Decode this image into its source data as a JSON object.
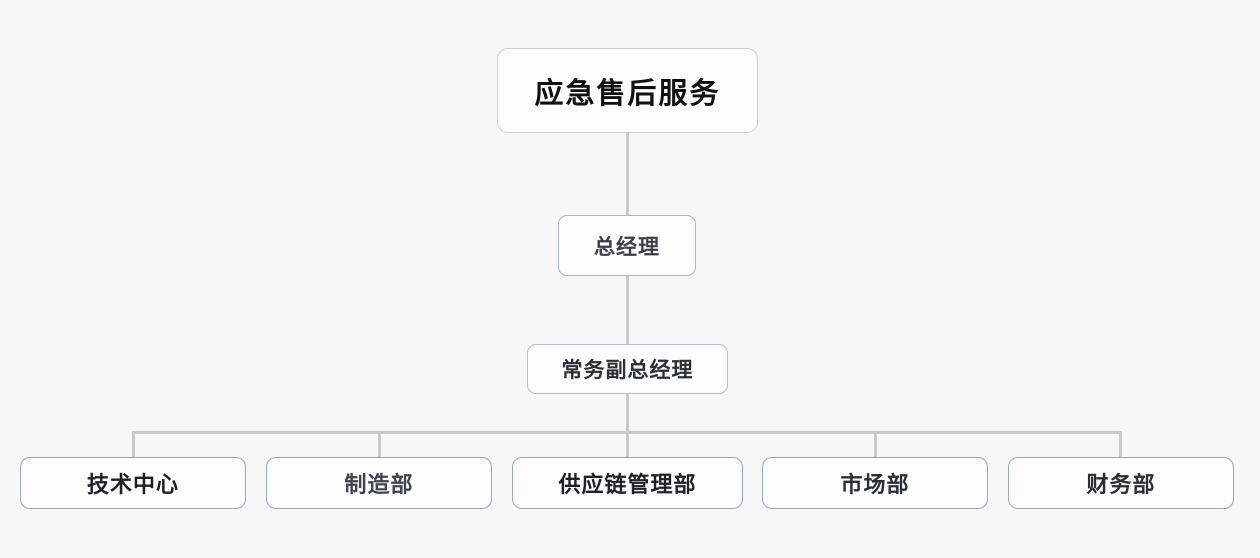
{
  "chart": {
    "type": "org-chart",
    "title": "应急售后服务",
    "background_color": "#f7f7f8",
    "node_fill_color": "#fcfcfd",
    "node_border_color": "#9aa5be",
    "connector_color": "#c9c9cc",
    "levels": [
      {
        "level": 1,
        "nodes": [
          {
            "id": "root",
            "label": "应急售后服务"
          }
        ]
      },
      {
        "level": 2,
        "nodes": [
          {
            "id": "gm",
            "label": "总经理"
          }
        ]
      },
      {
        "level": 3,
        "nodes": [
          {
            "id": "dgm",
            "label": "常务副总经理"
          }
        ]
      },
      {
        "level": 4,
        "nodes": [
          {
            "id": "dept-tech",
            "label": "技术中心"
          },
          {
            "id": "dept-mfg",
            "label": "制造部"
          },
          {
            "id": "dept-supply",
            "label": "供应链管理部"
          },
          {
            "id": "dept-market",
            "label": "市场部"
          },
          {
            "id": "dept-fin",
            "label": "财务部"
          }
        ]
      }
    ],
    "edges": [
      {
        "from": "root",
        "to": "gm"
      },
      {
        "from": "gm",
        "to": "dgm"
      },
      {
        "from": "dgm",
        "to": "dept-tech"
      },
      {
        "from": "dgm",
        "to": "dept-mfg"
      },
      {
        "from": "dgm",
        "to": "dept-supply"
      },
      {
        "from": "dgm",
        "to": "dept-market"
      },
      {
        "from": "dgm",
        "to": "dept-fin"
      }
    ]
  }
}
